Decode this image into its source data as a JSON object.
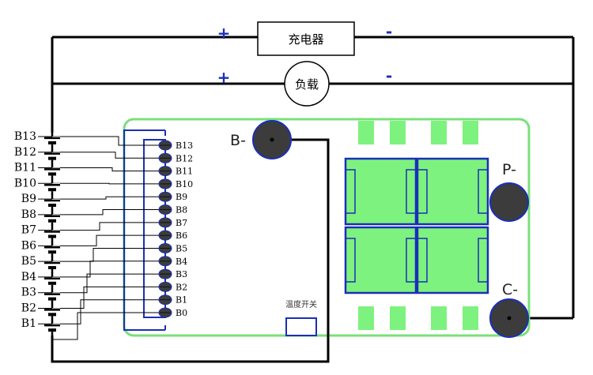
{
  "top_circuit": {
    "charger_label": "充电器",
    "load_label": "负载",
    "plus_sign": "+",
    "minus_sign": "-"
  },
  "battery_stack": {
    "labels": [
      "B13",
      "B12",
      "B11",
      "B10",
      "B9",
      "B8",
      "B7",
      "B6",
      "B5",
      "B4",
      "B3",
      "B2",
      "B1"
    ]
  },
  "board": {
    "pin_labels": [
      "B13",
      "B12",
      "B11",
      "B10",
      "B9",
      "B8",
      "B7",
      "B6",
      "B5",
      "B4",
      "B3",
      "B2",
      "B1",
      "B0"
    ],
    "pad_b_minus": "B-",
    "pad_p_minus": "P-",
    "pad_c_minus": "C-",
    "temp_switch_label": "温度开关"
  },
  "colors": {
    "board_fill": "#ffffff",
    "board_outline": "#79e079",
    "component_green": "#7ef27e",
    "outline_blue": "#1a2fb8",
    "pad_dark": "#3c3c3c",
    "wire": "#000000",
    "plus_color": "#1a2fb8",
    "minus_color": "#1a2fb8"
  }
}
